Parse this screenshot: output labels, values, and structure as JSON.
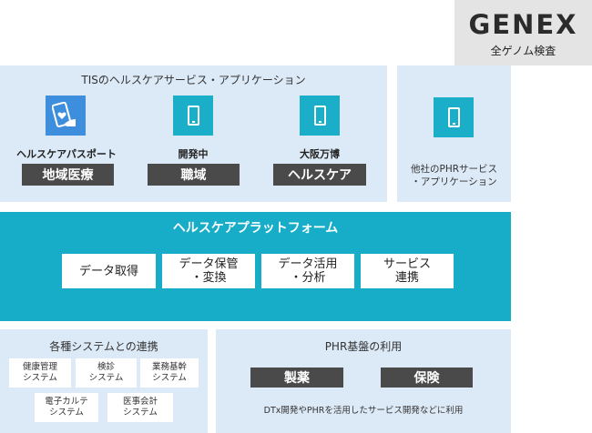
{
  "genex": {
    "logo": "GENEX",
    "subtitle": "全ゲノム検査"
  },
  "tis_apps": {
    "title": "TISのヘルスケアサービス・アプリケーション",
    "apps": [
      {
        "label": "ヘルスケアパスポート",
        "tag": "地域医療",
        "icon": "smartphone-heart-icon"
      },
      {
        "label": "開発中",
        "tag": "職域",
        "icon": "smartphone-icon"
      },
      {
        "label": "大阪万博",
        "tag": "ヘルスケア",
        "icon": "smartphone-icon"
      }
    ]
  },
  "other_apps": {
    "label_line1": "他社のPHRサービス",
    "label_line2": "・アプリケーション",
    "icon": "smartphone-icon"
  },
  "platform": {
    "title": "ヘルスケアプラットフォーム",
    "functions": [
      {
        "line1": "データ取得",
        "line2": ""
      },
      {
        "line1": "データ保管",
        "line2": "・変換"
      },
      {
        "line1": "データ活用",
        "line2": "・分析"
      },
      {
        "line1": "サービス",
        "line2": "連携"
      }
    ]
  },
  "integration": {
    "title": "各種システムとの連携",
    "systems": [
      {
        "line1": "健康管理",
        "line2": "システム"
      },
      {
        "line1": "検診",
        "line2": "システム"
      },
      {
        "line1": "業務基幹",
        "line2": "システム"
      },
      {
        "line1": "電子カルテ",
        "line2": "システム"
      },
      {
        "line1": "医事会計",
        "line2": "システム"
      }
    ]
  },
  "phr": {
    "title": "PHR基盤の利用",
    "tags": [
      "製薬",
      "保険"
    ],
    "note": "DTx開発やPHRを活用したサービス開発などに利用"
  },
  "colors": {
    "panel": "#dce9f6",
    "platform": "#17adc9",
    "icon_teal": "#1aaec9",
    "icon_blue": "#3d8fde",
    "tag_dark": "#4a4a4a",
    "bubble": "#e4e4e4"
  }
}
